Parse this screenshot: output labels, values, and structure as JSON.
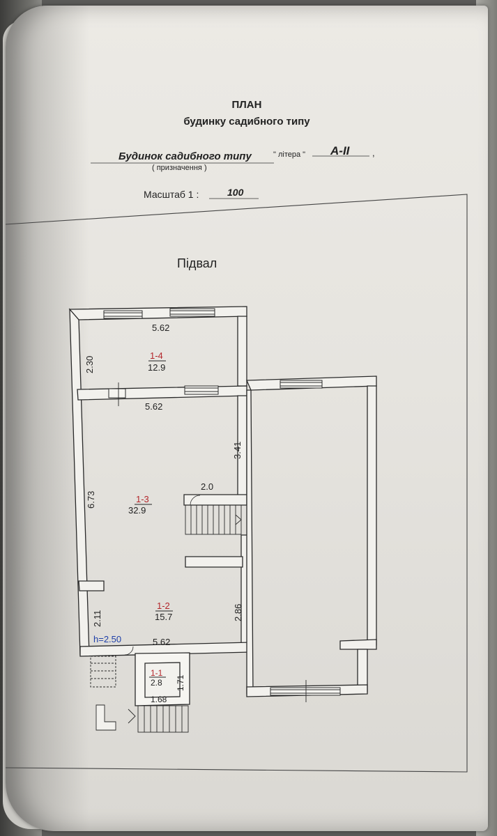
{
  "header": {
    "title": "ПЛАН",
    "subtitle": "будинку садибного типу",
    "purpose_value": "Будинок садибного типу",
    "litera_label": "\" літера \"",
    "litera_value": "А-ІІ",
    "comma": ",",
    "purpose_caption": "( призначення )",
    "scale_label": "Масштаб  1 :",
    "scale_value": "100"
  },
  "plan": {
    "floor_name": "Підвал",
    "height_label": "h=2.50",
    "rooms": [
      {
        "id": "1-4",
        "area": "12.9"
      },
      {
        "id": "1-3",
        "area": "32.9"
      },
      {
        "id": "1-2",
        "area": "15.7"
      },
      {
        "id": "1-1",
        "area": "2.8"
      }
    ],
    "dimensions": {
      "top_width": "5.62",
      "top_height": "2.30",
      "mid_width": "5.62",
      "right_height_upper": "3.41",
      "left_height": "6.73",
      "stair_width": "2.0",
      "right_height_lower": "2.86",
      "left_height_lower": "2.11",
      "bottom_width": "5.62",
      "vestibule_height": "1.71",
      "vestibule_width": "1.68"
    }
  },
  "colors": {
    "paper": "#e8e6e1",
    "ink": "#222222",
    "room_id_red": "#b3262b",
    "height_blue": "#1e3fa8"
  }
}
